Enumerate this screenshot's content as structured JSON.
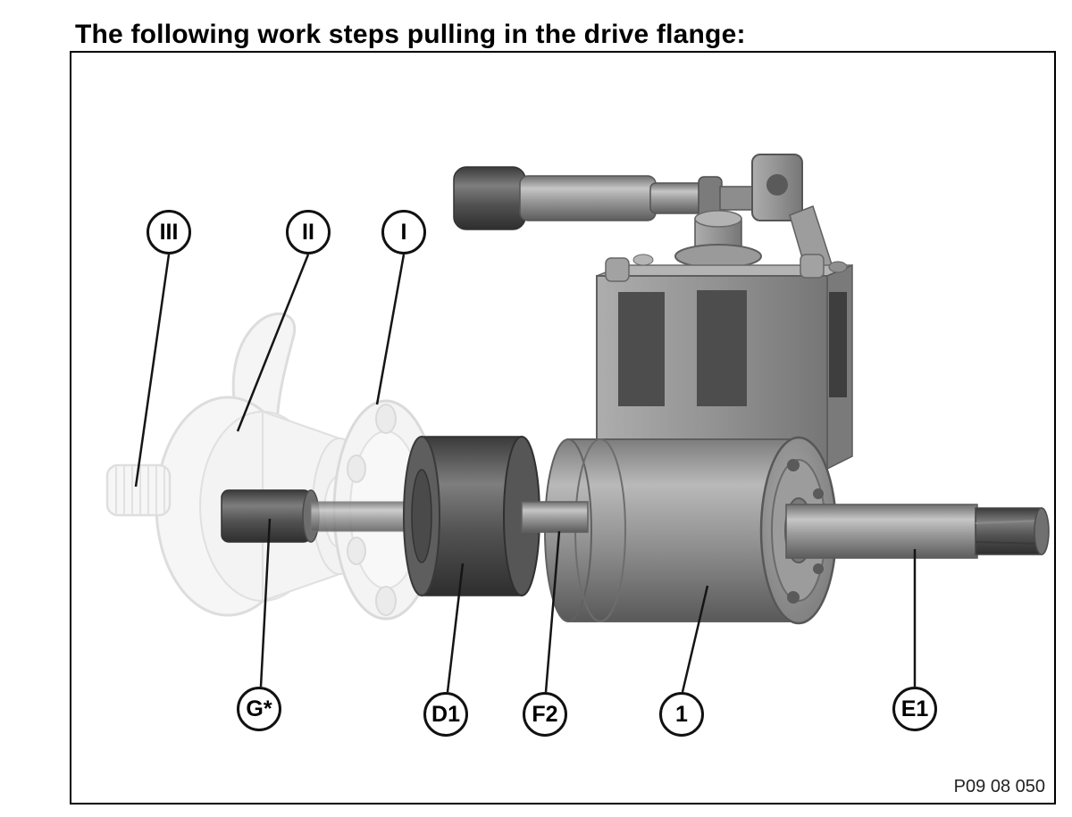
{
  "title": "The following work steps pulling in the drive flange:",
  "figure": {
    "reference": "P09 08 050",
    "callouts": [
      {
        "label": "III"
      },
      {
        "label": "II"
      },
      {
        "label": "I"
      },
      {
        "label": "G*"
      },
      {
        "label": "D1"
      },
      {
        "label": "F2"
      },
      {
        "label": "1"
      },
      {
        "label": "E1"
      }
    ]
  }
}
